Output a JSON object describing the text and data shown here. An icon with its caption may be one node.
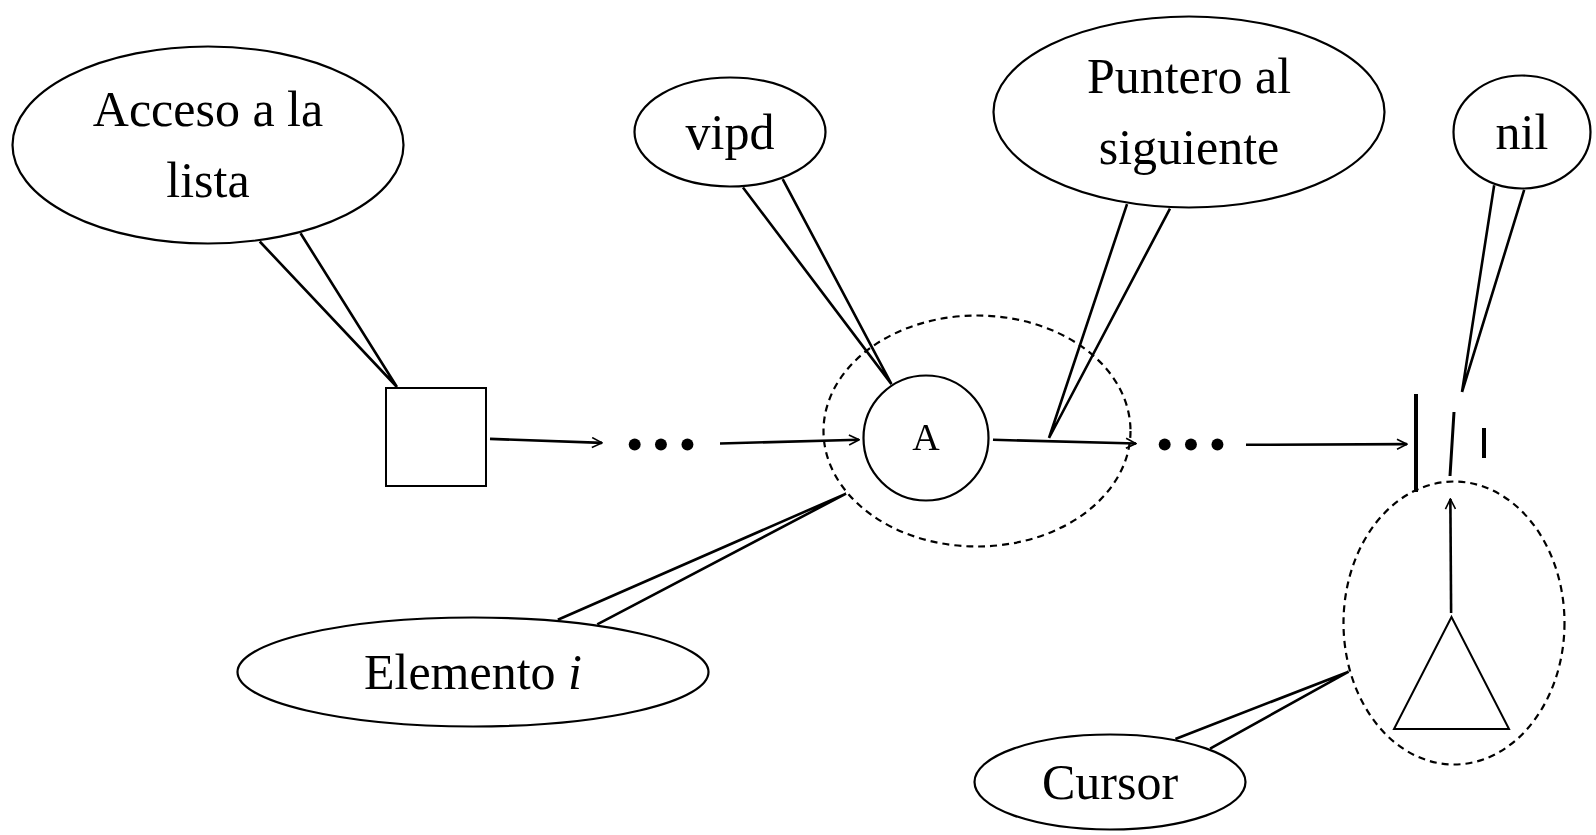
{
  "diagram": {
    "nodes": [
      {
        "text": [
          "Acceso a la lista"
        ]
      },
      {
        "text": [
          "vipd"
        ]
      },
      {
        "text": [
          "Puntero al siguiente"
        ]
      },
      {
        "text": [
          "nil"
        ]
      },
      {
        "text": [],
        "shape": "box"
      },
      {
        "text": [
          "• • •"
        ]
      },
      {
        "text": [],
        "shape": "circle"
      },
      {
        "text": [
          "A"
        ],
        "in": 6
      },
      {
        "text": [
          "• • •"
        ]
      },
      {
        "text": [],
        "shape": "bar"
      },
      {
        "text": [],
        "shape": "circle"
      },
      {
        "text": [],
        "shape": "triangle",
        "in": 10
      },
      {
        "text": [
          "Elemento *i*"
        ]
      },
      {
        "text": [
          "Cursor"
        ]
      }
    ],
    "edges": [
      {
        "from": 4,
        "to": 5,
        "arrow": "to"
      },
      {
        "from": 5,
        "to": 7,
        "arrow": "to"
      },
      {
        "from": 7,
        "to": 8,
        "arrow": "to"
      },
      {
        "from": 8,
        "to": 9,
        "arrow": "to"
      },
      {
        "from": 11,
        "to": 9,
        "arrow": "to"
      },
      {
        "from": 0,
        "to": 4,
        "arrow": "none"
      },
      {
        "from": 1,
        "to": 7,
        "arrow": "none"
      },
      {
        "from": 2,
        "to": null,
        "arrow": "none"
      },
      {
        "from": 3,
        "to": 9,
        "arrow": "none"
      },
      {
        "from": 12,
        "to": 6,
        "arrow": "none"
      },
      {
        "from": 13,
        "to": 10,
        "arrow": "none"
      }
    ]
  }
}
